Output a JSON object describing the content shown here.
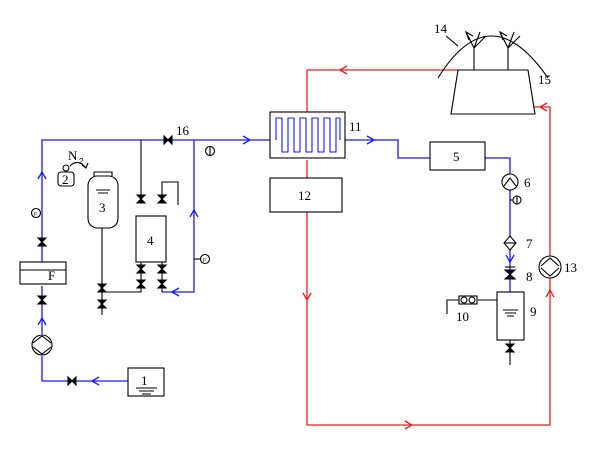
{
  "labels": {
    "n1": "1",
    "n2": "2",
    "n3": "3",
    "n4": "4",
    "n5": "5",
    "n6": "6",
    "n7": "7",
    "n8": "8",
    "n9": "9",
    "n10": "10",
    "n11": "11",
    "n12": "12",
    "n13": "13",
    "n14": "14",
    "n15": "15",
    "n16": "16",
    "nitrogen": "N",
    "nitrogen_sub": "2",
    "filter": "F",
    "gauge": "p"
  },
  "colors": {
    "water_line": "#1a1aff",
    "loop_line": "#e8221e",
    "components": "#000000"
  }
}
